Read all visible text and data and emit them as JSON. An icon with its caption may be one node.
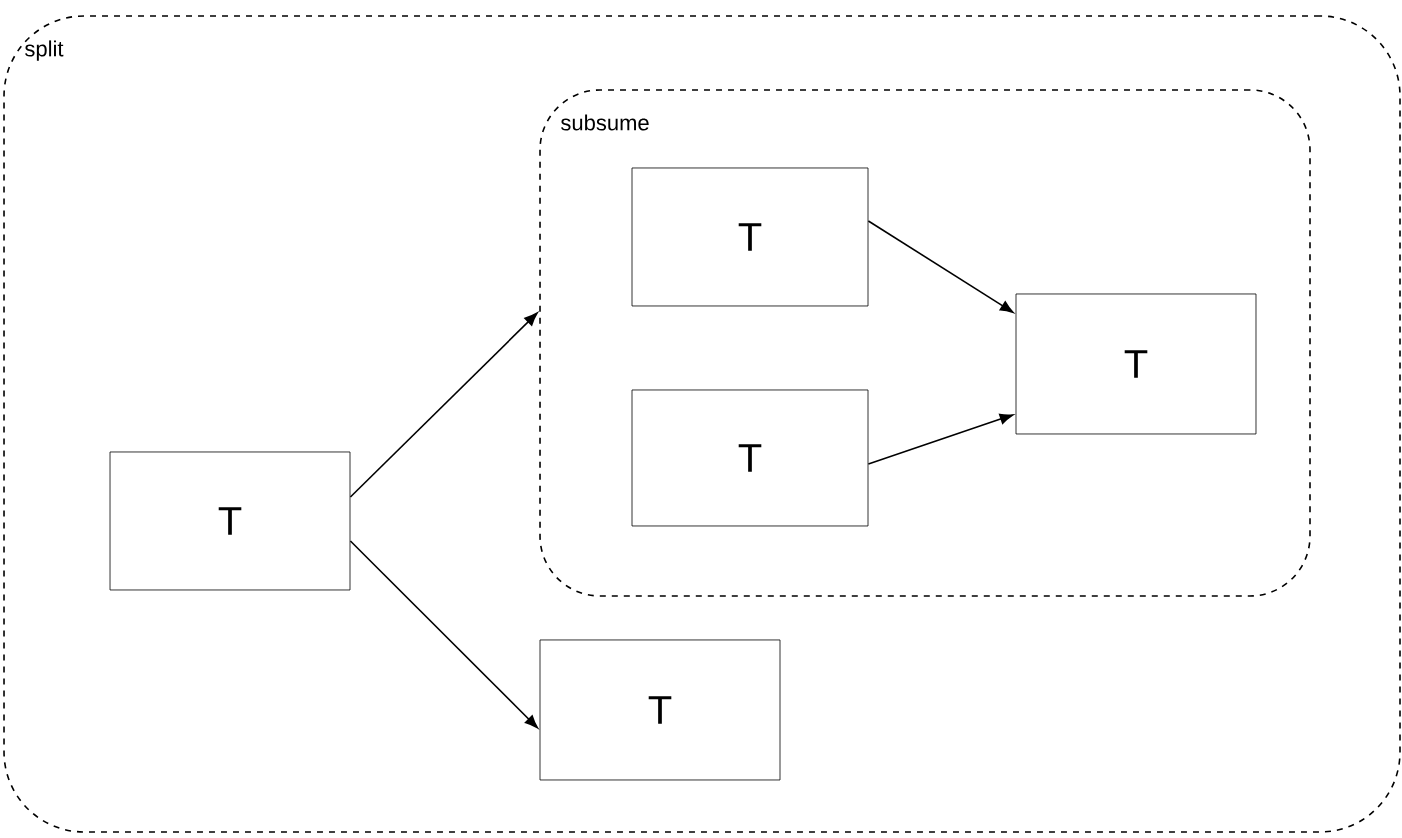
{
  "diagram": {
    "nodes": [
      {
        "text": [
          "split"
        ]
      },
      {
        "text": [
          "subsume"
        ],
        "in": 0
      },
      {
        "text": [
          "T"
        ],
        "in": 1
      },
      {
        "text": [
          "T"
        ],
        "in": 1
      },
      {
        "text": [
          "T"
        ],
        "in": 1
      },
      {
        "text": [
          "T"
        ],
        "in": 0
      },
      {
        "text": [
          "T"
        ],
        "in": 0
      }
    ],
    "edges": [
      {
        "from": 5,
        "to": 1,
        "arrow": "to"
      },
      {
        "from": 5,
        "to": 6,
        "arrow": "to"
      },
      {
        "from": 2,
        "to": 4,
        "arrow": "to"
      },
      {
        "from": 3,
        "to": 4,
        "arrow": "to"
      }
    ]
  }
}
